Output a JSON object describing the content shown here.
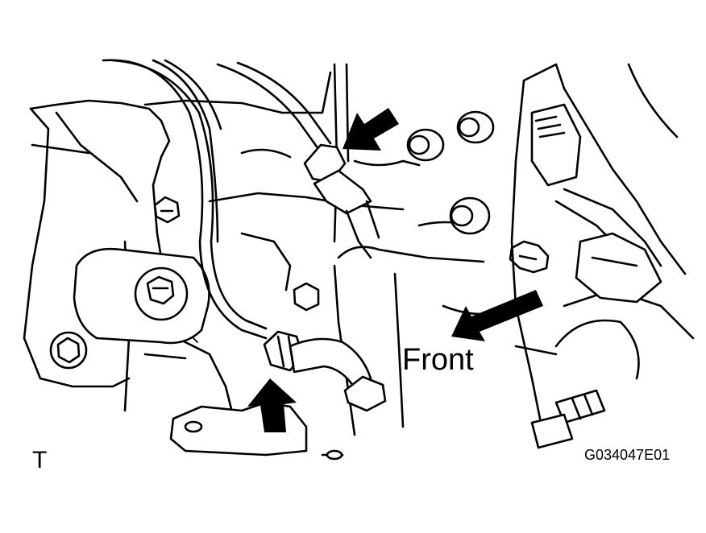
{
  "labels": {
    "front": "Front",
    "corner_mark": "T",
    "figure_code": "G034047E01"
  },
  "colors": {
    "line": "#000000",
    "background": "#ffffff"
  },
  "icons": {
    "upper_pointer": "arrow-icon",
    "lower_pointer": "arrow-icon",
    "direction": "arrow-icon"
  }
}
